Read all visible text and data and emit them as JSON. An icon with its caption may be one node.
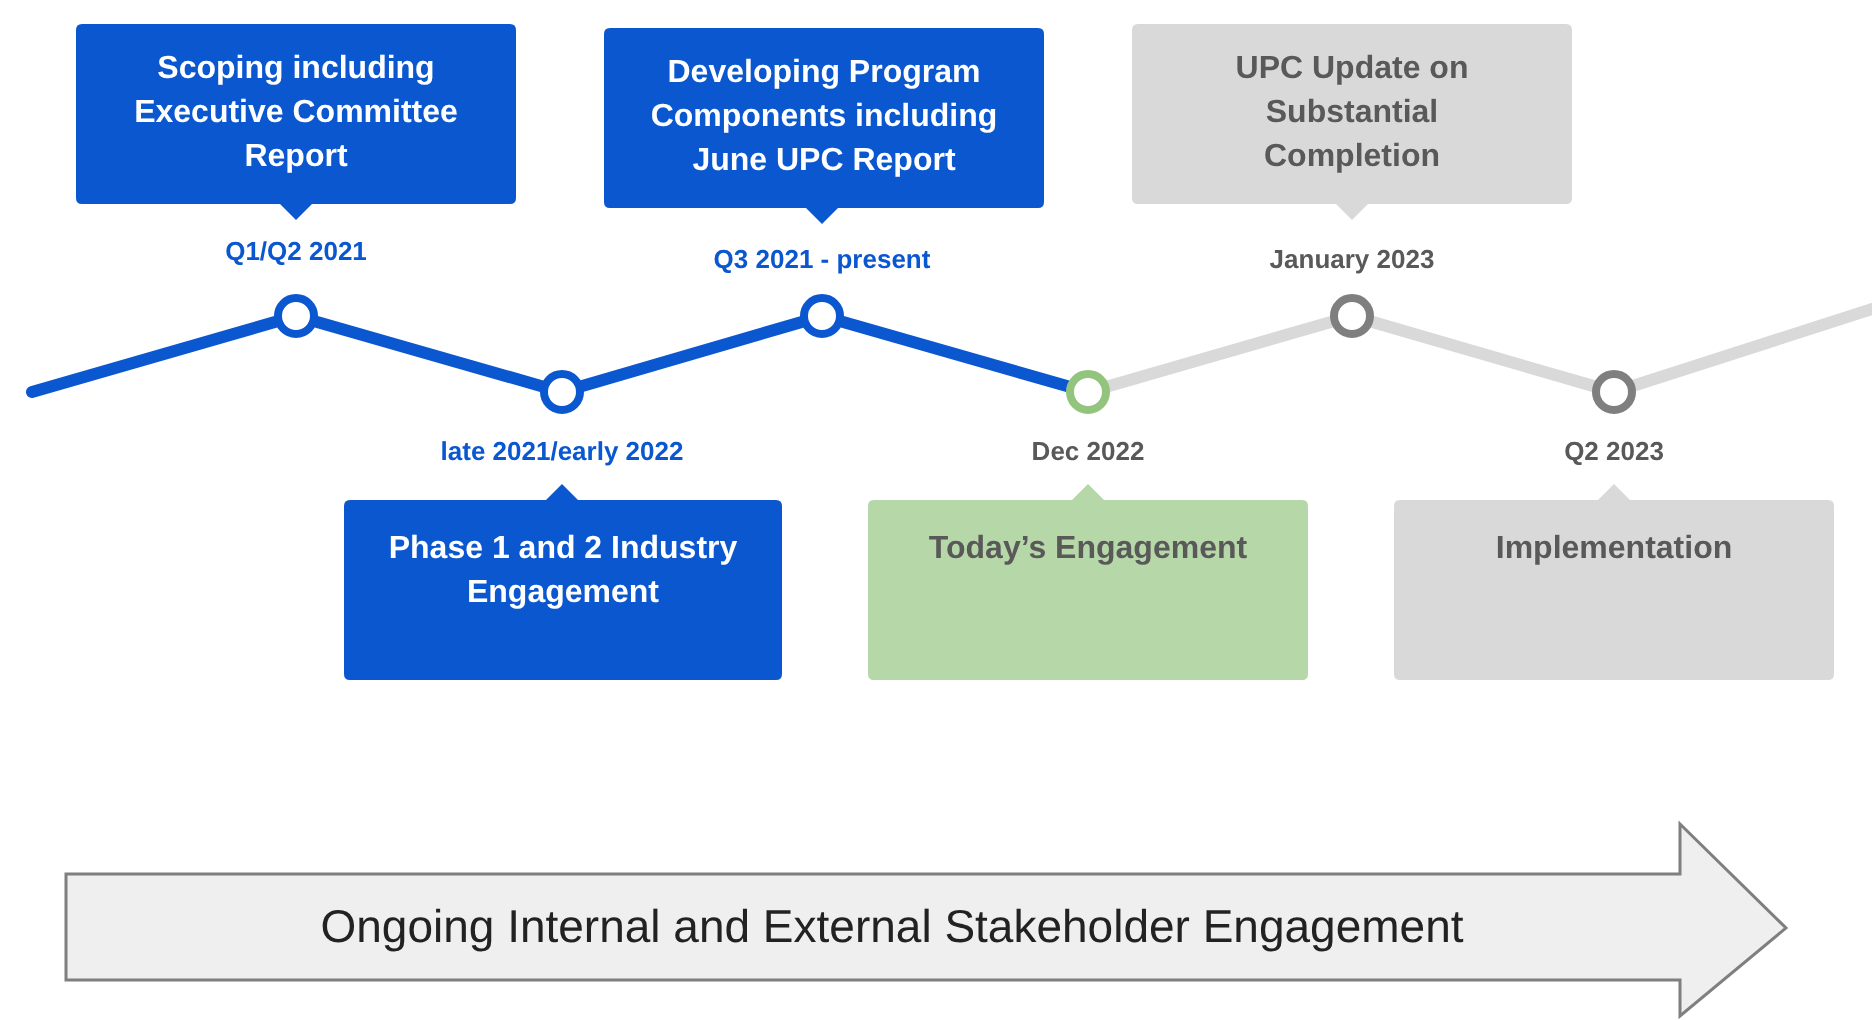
{
  "diagram": {
    "nodes": [
      {
        "text": [
          "Scoping including Executive Committee Report"
        ],
        "beside": [
          "Q1/Q2 2021"
        ]
      },
      {
        "text": [
          "Phase 1 and 2 Industry Engagement"
        ],
        "beside": [
          "late 2021/early 2022"
        ]
      },
      {
        "text": [
          "Developing Program Components including June UPC Report"
        ],
        "beside": [
          "Q3 2021 - present"
        ]
      },
      {
        "text": [
          "Today’s Engagement"
        ],
        "beside": [
          "Dec 2022"
        ]
      },
      {
        "text": [
          "UPC Update on Substantial Completion"
        ],
        "beside": [
          "January 2023"
        ]
      },
      {
        "text": [
          "Implementation"
        ],
        "beside": [
          "Q2 2023"
        ]
      },
      {
        "text": [
          "Ongoing Internal and External Stakeholder Engagement"
        ]
      },
      {
        "text": [],
        "shape": "circle"
      },
      {
        "text": [],
        "shape": "circle"
      },
      {
        "text": [],
        "shape": "circle"
      },
      {
        "text": [],
        "shape": "circle"
      },
      {
        "text": [],
        "shape": "circle"
      },
      {
        "text": [],
        "shape": "circle"
      }
    ],
    "edges": [
      {
        "from": null,
        "to": 7,
        "arrow": "none"
      },
      {
        "from": 7,
        "to": 8,
        "arrow": "none"
      },
      {
        "from": 8,
        "to": 9,
        "arrow": "none"
      },
      {
        "from": 9,
        "to": 10,
        "arrow": "none"
      },
      {
        "from": 10,
        "to": 11,
        "arrow": "none",
        "color": "#d9d9d9"
      },
      {
        "from": 11,
        "to": 12,
        "arrow": "none",
        "color": "#d9d9d9"
      },
      {
        "from": 12,
        "to": null,
        "arrow": "none",
        "color": "#d9d9d9"
      }
    ]
  }
}
